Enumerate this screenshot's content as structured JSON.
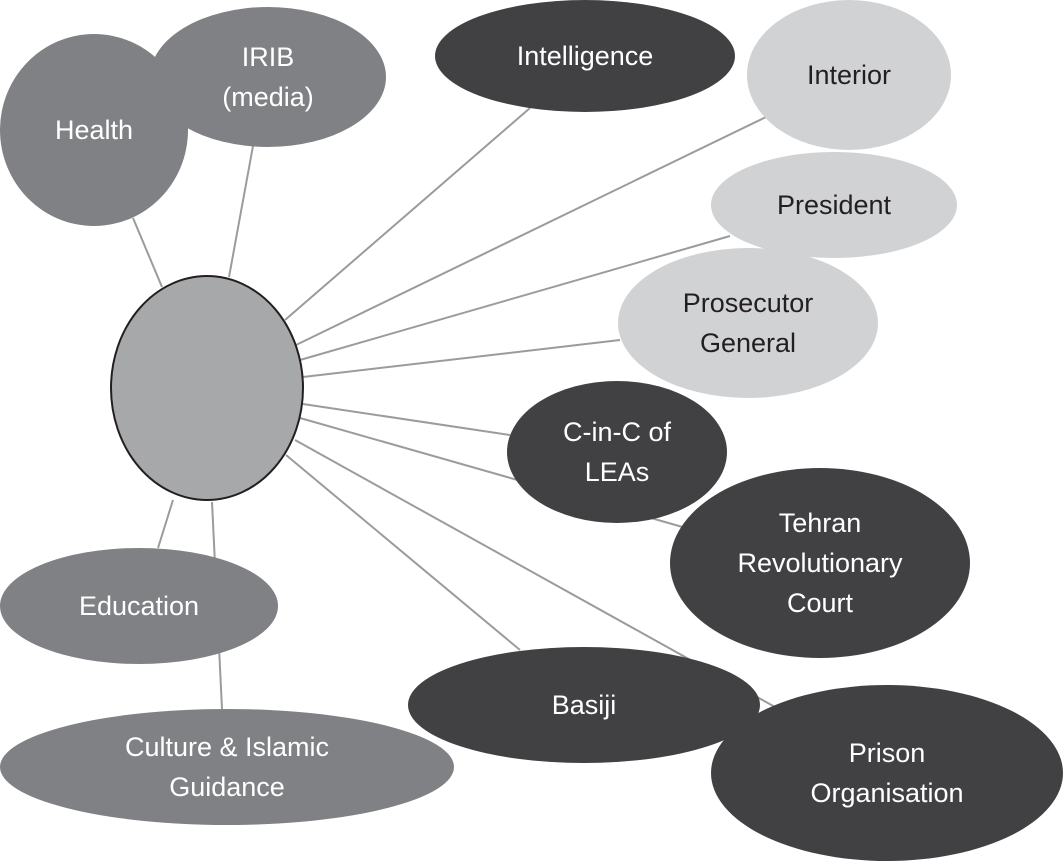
{
  "colors": {
    "center": "#a7a8aa",
    "medium": "#808184",
    "light": "#d1d2d4",
    "dark": "#414042",
    "text_light": "#ffffff",
    "text_dark": "#231f20",
    "edge": "#9a9b9d"
  },
  "diagram": {
    "center": {
      "id": "center",
      "label": ""
    },
    "nodes": [
      {
        "id": "health",
        "lines": [
          "Health"
        ],
        "group": "medium"
      },
      {
        "id": "irib",
        "lines": [
          "IRIB",
          "(media)"
        ],
        "group": "medium"
      },
      {
        "id": "intelligence",
        "lines": [
          "Intelligence"
        ],
        "group": "dark"
      },
      {
        "id": "interior",
        "lines": [
          "Interior"
        ],
        "group": "light"
      },
      {
        "id": "president",
        "lines": [
          "President"
        ],
        "group": "light"
      },
      {
        "id": "prosecutor-general",
        "lines": [
          "Prosecutor",
          "General"
        ],
        "group": "light"
      },
      {
        "id": "c-in-c-leas",
        "lines": [
          "C-in-C of",
          "LEAs"
        ],
        "group": "dark"
      },
      {
        "id": "tehran-revolutionary-court",
        "lines": [
          "Tehran",
          "Revolutionary",
          "Court"
        ],
        "group": "dark"
      },
      {
        "id": "basiji",
        "lines": [
          "Basiji"
        ],
        "group": "dark"
      },
      {
        "id": "prison-organisation",
        "lines": [
          "Prison",
          "Organisation"
        ],
        "group": "dark"
      },
      {
        "id": "education",
        "lines": [
          "Education"
        ],
        "group": "medium"
      },
      {
        "id": "culture-islamic-guidance",
        "lines": [
          "Culture & Islamic",
          "Guidance"
        ],
        "group": "medium"
      }
    ],
    "edges": [
      [
        "center",
        "health"
      ],
      [
        "center",
        "irib"
      ],
      [
        "center",
        "intelligence"
      ],
      [
        "center",
        "interior"
      ],
      [
        "center",
        "president"
      ],
      [
        "center",
        "prosecutor-general"
      ],
      [
        "center",
        "c-in-c-leas"
      ],
      [
        "center",
        "tehran-revolutionary-court"
      ],
      [
        "center",
        "basiji"
      ],
      [
        "center",
        "prison-organisation"
      ],
      [
        "center",
        "education"
      ],
      [
        "center",
        "culture-islamic-guidance"
      ]
    ]
  }
}
